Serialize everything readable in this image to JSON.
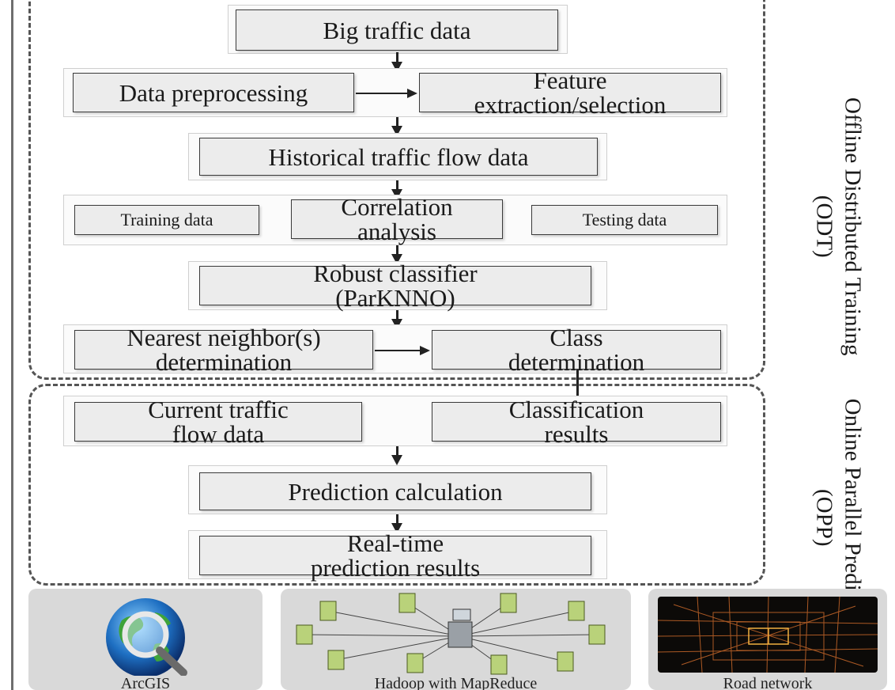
{
  "nodes": {
    "big_traffic": "Big traffic data",
    "preprocessing": "Data preprocessing",
    "feature": "Feature\nextraction/selection",
    "historical": "Historical traffic flow data",
    "training": "Training data",
    "correlation": "Correlation\nanalysis",
    "testing": "Testing data",
    "classifier": "Robust classifier\n(ParKNNO)",
    "nearest": "Nearest neighbor(s)\ndetermination",
    "class_det": "Class\ndetermination",
    "current": "Current traffic\nflow data",
    "classification": "Classification\nresults",
    "prediction": "Prediction calculation",
    "realtime": "Real-time\nprediction results"
  },
  "sections": {
    "odt_line1": "Offline Distributed Training",
    "odt_line2": "(ODT)",
    "opp_line1": "Online Parallel Prediction",
    "opp_line2": "(OPP)"
  },
  "panels": {
    "arcgis": "ArcGIS",
    "hadoop": "Hadoop with MapReduce",
    "road": "Road network"
  },
  "icons": [
    "globe-magnifier-icon",
    "server-cluster-icon",
    "road-network-map-icon"
  ]
}
